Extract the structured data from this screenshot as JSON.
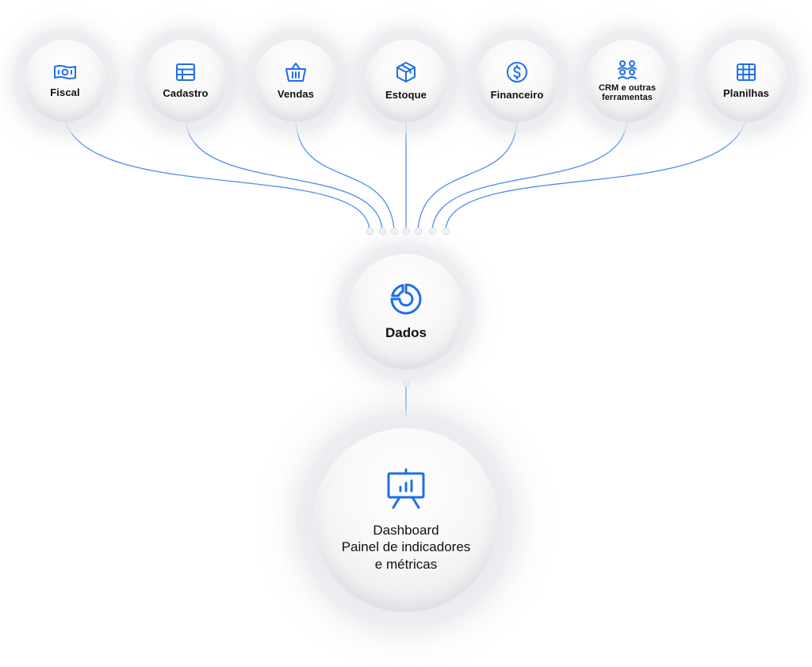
{
  "colors": {
    "accent": "#1e6fe8",
    "connector": "#4d8df0",
    "node_surface": "#f4f4f6",
    "text": "#111111"
  },
  "sources": [
    {
      "id": "fiscal",
      "label": "Fiscal",
      "icon": "banknote-icon"
    },
    {
      "id": "cadastro",
      "label": "Cadastro",
      "icon": "table-list-icon"
    },
    {
      "id": "vendas",
      "label": "Vendas",
      "icon": "shopping-basket-icon"
    },
    {
      "id": "estoque",
      "label": "Estoque",
      "icon": "box-icon"
    },
    {
      "id": "financeiro",
      "label": "Financeiro",
      "icon": "dollar-circle-icon"
    },
    {
      "id": "crm",
      "label_line1": "CRM e outras",
      "label_line2": "ferramentas",
      "icon": "users-group-icon"
    },
    {
      "id": "planilhas",
      "label": "Planilhas",
      "icon": "spreadsheet-grid-icon"
    }
  ],
  "hub": {
    "label": "Dados",
    "icon": "pie-chart-icon"
  },
  "output": {
    "line1": "Dashboard",
    "line2": "Painel de indicadores",
    "line3": "e métricas",
    "icon": "presentation-board-icon"
  }
}
